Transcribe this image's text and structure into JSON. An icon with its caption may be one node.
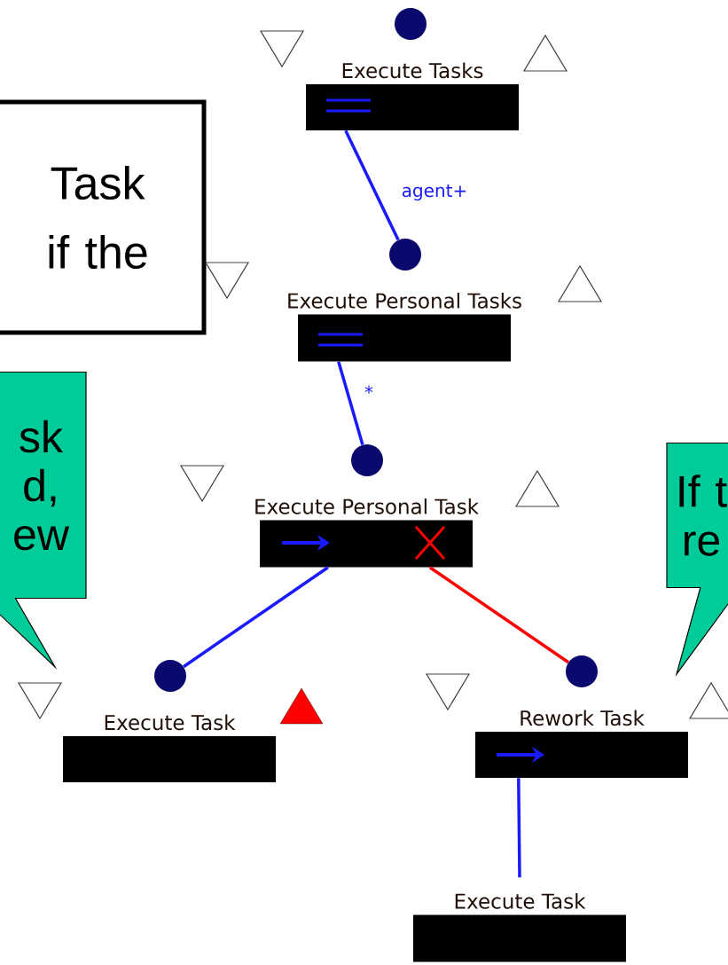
{
  "diagram": {
    "nodes": [
      {
        "text": [
          "Task if the"
        ]
      },
      {
        "text": [
          "sk d, ew"
        ]
      },
      {
        "text": [
          "If t re"
        ]
      },
      {
        "text": [
          "Execute Tasks"
        ]
      },
      {
        "text": [
          "Execute Personal Tasks"
        ]
      },
      {
        "text": [
          "Execute Personal Task"
        ]
      },
      {
        "text": [
          "Execute Task"
        ]
      },
      {
        "text": [
          "Rework Task"
        ]
      },
      {
        "text": [
          "Execute Task"
        ]
      },
      {
        "text": [],
        "shape": "circle"
      },
      {
        "text": [],
        "shape": "circle"
      },
      {
        "text": [],
        "shape": "circle"
      },
      {
        "text": [],
        "shape": "circle"
      },
      {
        "text": [],
        "shape": "circle"
      }
    ],
    "edges": [
      {
        "from": 3,
        "to": 10,
        "arrow": "none",
        "label": "agent+"
      },
      {
        "from": 4,
        "to": 11,
        "arrow": "none",
        "label": "*"
      },
      {
        "from": 5,
        "to": 12,
        "arrow": "none"
      },
      {
        "from": 5,
        "to": 13,
        "arrow": "none",
        "color": "#ff0000"
      },
      {
        "from": 7,
        "to": 8,
        "arrow": "none"
      }
    ]
  }
}
